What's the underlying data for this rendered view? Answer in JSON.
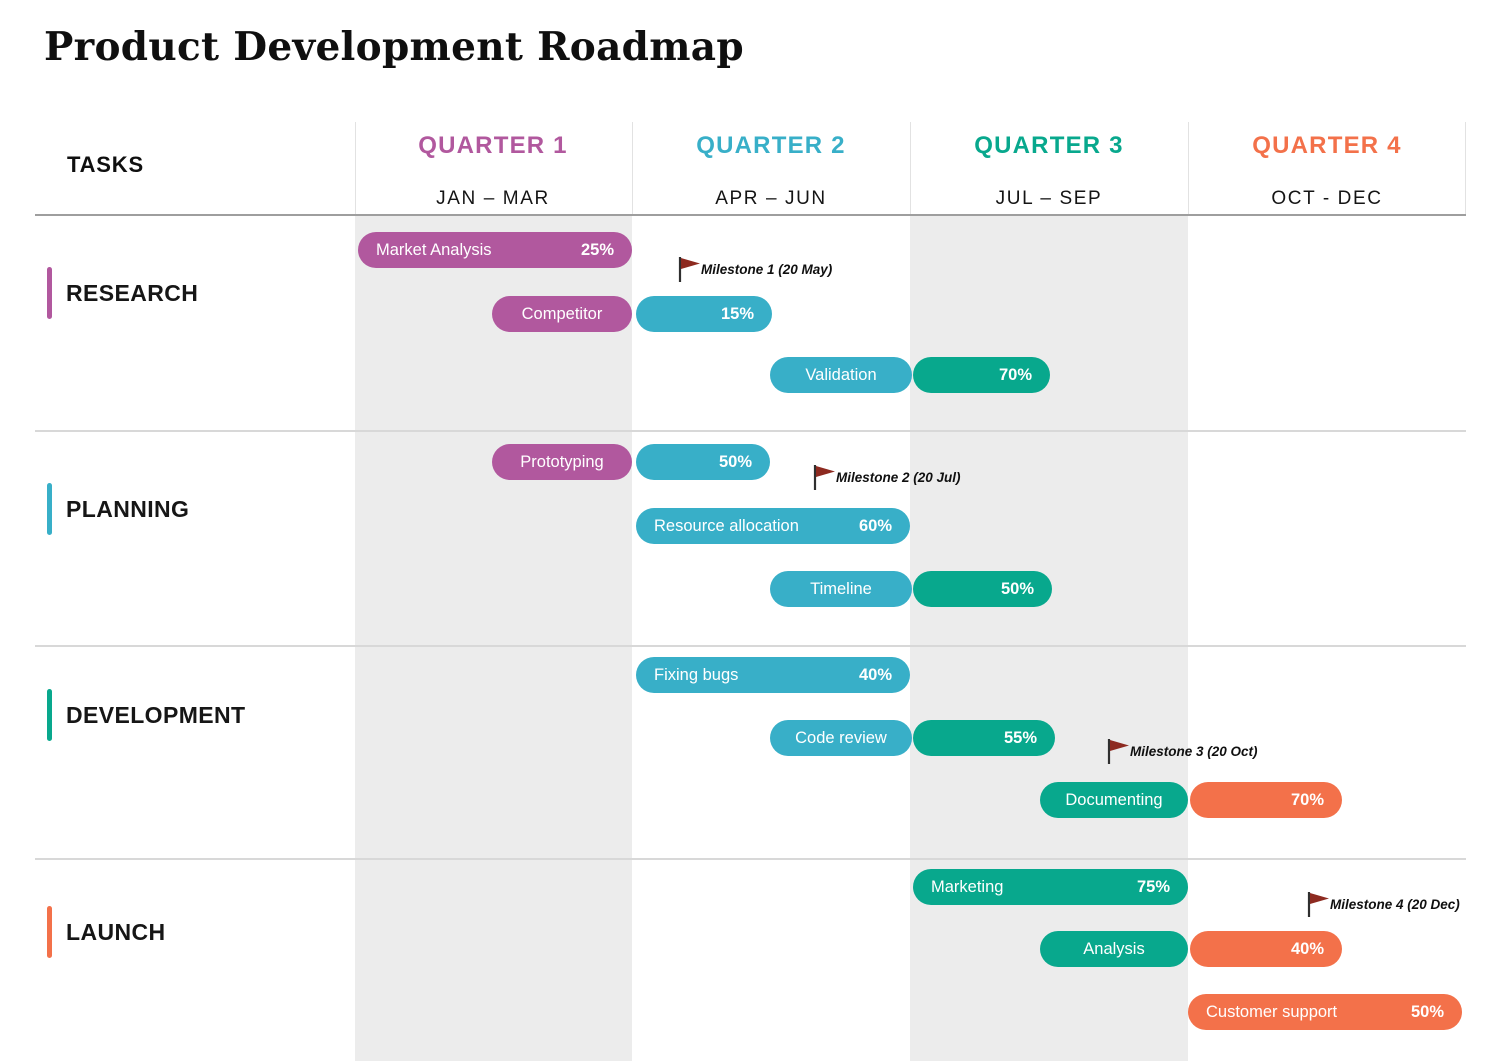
{
  "title": "Product Development Roadmap",
  "header": {
    "tasks_label": "TASKS",
    "quarters": [
      {
        "label": "QUARTER 1",
        "range": "JAN – MAR",
        "color": "#b1589e"
      },
      {
        "label": "QUARTER 2",
        "range": "APR – JUN",
        "color": "#38afc8"
      },
      {
        "label": "QUARTER 3",
        "range": "JUL – SEP",
        "color": "#08a88d"
      },
      {
        "label": "QUARTER 4",
        "range": "OCT - DEC",
        "color": "#f3714a"
      }
    ]
  },
  "sections": [
    {
      "label": "RESEARCH",
      "color": "#b1589e"
    },
    {
      "label": "PLANNING",
      "color": "#38afc8"
    },
    {
      "label": "DEVELOPMENT",
      "color": "#08a88d"
    },
    {
      "label": "LAUNCH",
      "color": "#f3714a"
    }
  ],
  "bars": {
    "market_analysis": {
      "label": "Market Analysis",
      "pct": "25%"
    },
    "competitor": {
      "label": "Competitor",
      "pct": "15%"
    },
    "validation": {
      "label": "Validation",
      "pct": "70%"
    },
    "prototyping": {
      "label": "Prototyping",
      "pct": "50%"
    },
    "resource_allocation": {
      "label": "Resource allocation",
      "pct": "60%"
    },
    "timeline": {
      "label": "Timeline",
      "pct": "50%"
    },
    "fixing_bugs": {
      "label": "Fixing bugs",
      "pct": "40%"
    },
    "code_review": {
      "label": "Code review",
      "pct": "55%"
    },
    "documenting": {
      "label": "Documenting",
      "pct": "70%"
    },
    "marketing": {
      "label": "Marketing",
      "pct": "75%"
    },
    "analysis": {
      "label": "Analysis",
      "pct": "40%"
    },
    "customer_support": {
      "label": "Customer support",
      "pct": "50%"
    }
  },
  "milestones": {
    "m1": "Milestone 1 (20 May)",
    "m2": "Milestone 2 (20 Jul)",
    "m3": "Milestone 3 (20 Oct)",
    "m4": "Milestone 4 (20 Dec)"
  },
  "colors": {
    "quarter1_purple": "#b1589e",
    "quarter2_teal": "#38afc8",
    "quarter3_green": "#08a88d",
    "quarter4_orange": "#f3714a",
    "column_shade_gray": "#ececec",
    "milestone_flag_maroon": "#8d2a20"
  },
  "chart_data": {
    "type": "bar",
    "subtype": "gantt-roadmap",
    "title": "Product Development Roadmap",
    "x_axis": {
      "unit": "months (0 = start of Jan, 12 = end of Dec)",
      "categories": [
        "QUARTER 1",
        "QUARTER 2",
        "QUARTER 3",
        "QUARTER 4"
      ],
      "ranges": [
        "JAN – MAR",
        "APR – JUN",
        "JUL – SEP",
        "OCT - DEC"
      ],
      "xlim": [
        0,
        12
      ]
    },
    "segment_color_rule": "bar segments are colored by the quarter they fall in: Q1 purple #b1589e, Q2 teal #38afc8, Q3 green #08a88d, Q4 orange #f3714a; shaded background columns on Q1 and Q3",
    "groups": [
      {
        "name": "RESEARCH",
        "accent": "#b1589e",
        "tasks": [
          {
            "label": "Market Analysis",
            "percent_complete": 25,
            "start_month": 0,
            "end_month": 3
          },
          {
            "label": "Competitor",
            "percent_complete": 15,
            "start_month": 1.5,
            "end_month": 4.5
          },
          {
            "label": "Validation",
            "percent_complete": 70,
            "start_month": 4.5,
            "end_month": 7.5
          }
        ]
      },
      {
        "name": "PLANNING",
        "accent": "#38afc8",
        "tasks": [
          {
            "label": "Prototyping",
            "percent_complete": 50,
            "start_month": 1.5,
            "end_month": 4.5
          },
          {
            "label": "Resource allocation",
            "percent_complete": 60,
            "start_month": 3,
            "end_month": 6
          },
          {
            "label": "Timeline",
            "percent_complete": 50,
            "start_month": 4.5,
            "end_month": 7.5
          }
        ]
      },
      {
        "name": "DEVELOPMENT",
        "accent": "#08a88d",
        "tasks": [
          {
            "label": "Fixing bugs",
            "percent_complete": 40,
            "start_month": 3,
            "end_month": 6
          },
          {
            "label": "Code review",
            "percent_complete": 55,
            "start_month": 4.5,
            "end_month": 7.5
          },
          {
            "label": "Documenting",
            "percent_complete": 70,
            "start_month": 7.5,
            "end_month": 10.5
          }
        ]
      },
      {
        "name": "LAUNCH",
        "accent": "#f3714a",
        "tasks": [
          {
            "label": "Marketing",
            "percent_complete": 75,
            "start_month": 6,
            "end_month": 9
          },
          {
            "label": "Analysis",
            "percent_complete": 40,
            "start_month": 7.5,
            "end_month": 10.5
          },
          {
            "label": "Customer support",
            "percent_complete": 50,
            "start_month": 9,
            "end_month": 12
          }
        ]
      }
    ],
    "milestones": [
      {
        "label": "Milestone 1 (20 May)",
        "month": 4.67
      },
      {
        "label": "Milestone 2 (20 Jul)",
        "month": 6.67
      },
      {
        "label": "Milestone 3 (20 Oct)",
        "month": 9.67
      },
      {
        "label": "Milestone 4 (20 Dec)",
        "month": 11.67
      }
    ]
  }
}
